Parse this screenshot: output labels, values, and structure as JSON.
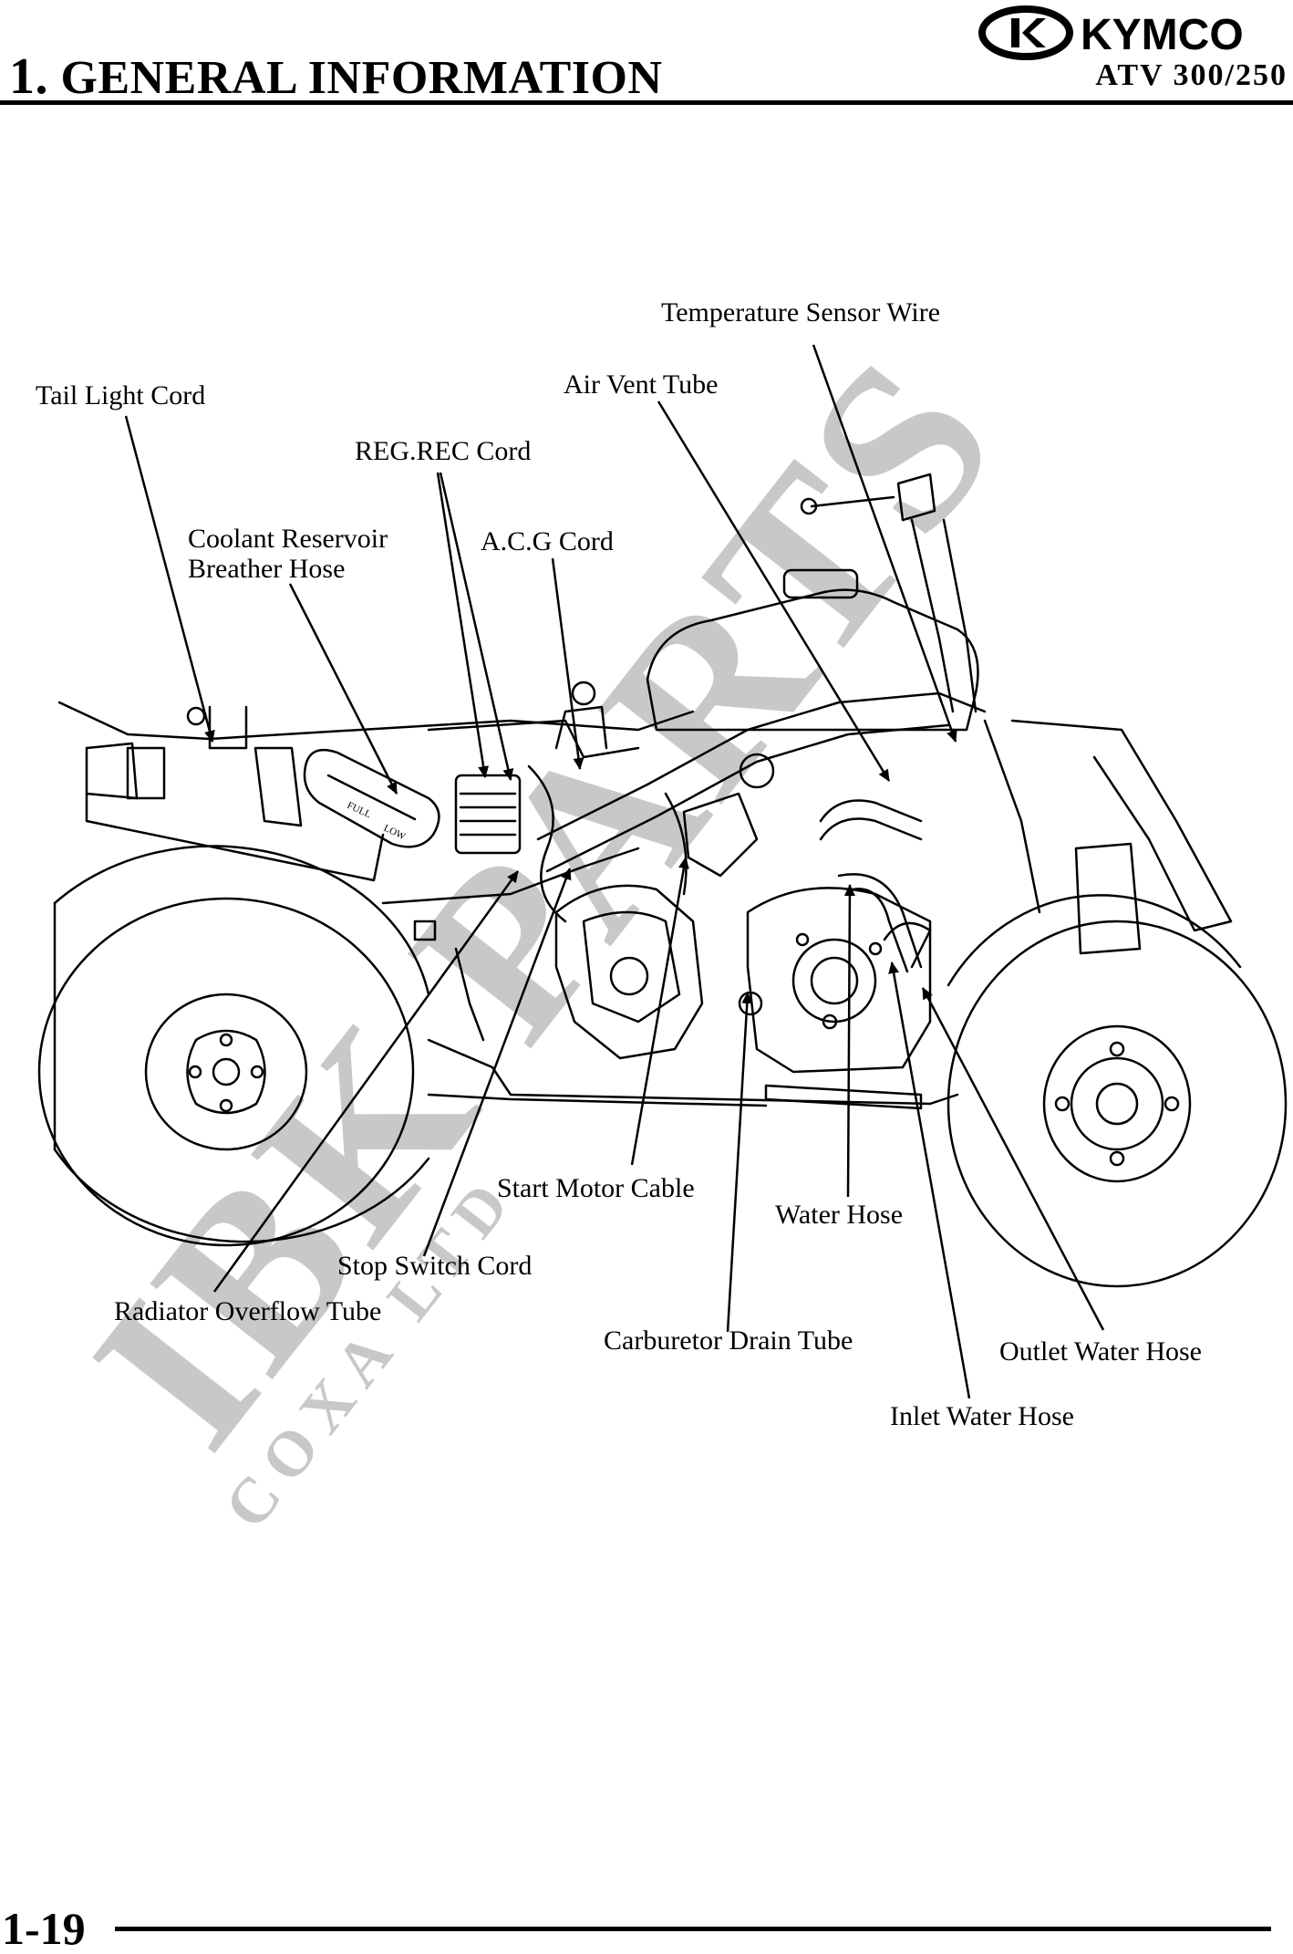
{
  "header": {
    "section_number": "1.",
    "section_title": "GENERAL INFORMATION",
    "brand": "KYMCO",
    "model": "ATV 300/250"
  },
  "diagram": {
    "labels": [
      {
        "id": "temperature-sensor-wire",
        "text": "Temperature Sensor Wire"
      },
      {
        "id": "tail-light-cord",
        "text": "Tail Light Cord"
      },
      {
        "id": "air-vent-tube",
        "text": "Air Vent Tube"
      },
      {
        "id": "reg-rec-cord",
        "text": "REG.REC Cord"
      },
      {
        "id": "coolant-reservoir",
        "text": "Coolant Reservoir"
      },
      {
        "id": "breather-hose",
        "text": "Breather Hose"
      },
      {
        "id": "acg-cord",
        "text": "A.C.G Cord"
      },
      {
        "id": "start-motor-cable",
        "text": "Start Motor Cable"
      },
      {
        "id": "water-hose",
        "text": "Water Hose"
      },
      {
        "id": "stop-switch-cord",
        "text": "Stop Switch Cord"
      },
      {
        "id": "radiator-overflow-tube",
        "text": "Radiator Overflow Tube"
      },
      {
        "id": "carburetor-drain-tube",
        "text": "Carburetor Drain Tube"
      },
      {
        "id": "outlet-water-hose",
        "text": "Outlet Water Hose"
      },
      {
        "id": "inlet-water-hose",
        "text": "Inlet Water Hose"
      }
    ]
  },
  "watermark": {
    "main": "IBK PARTS",
    "sub": "COXA LTD"
  },
  "footer": {
    "page_number": "1-19"
  }
}
